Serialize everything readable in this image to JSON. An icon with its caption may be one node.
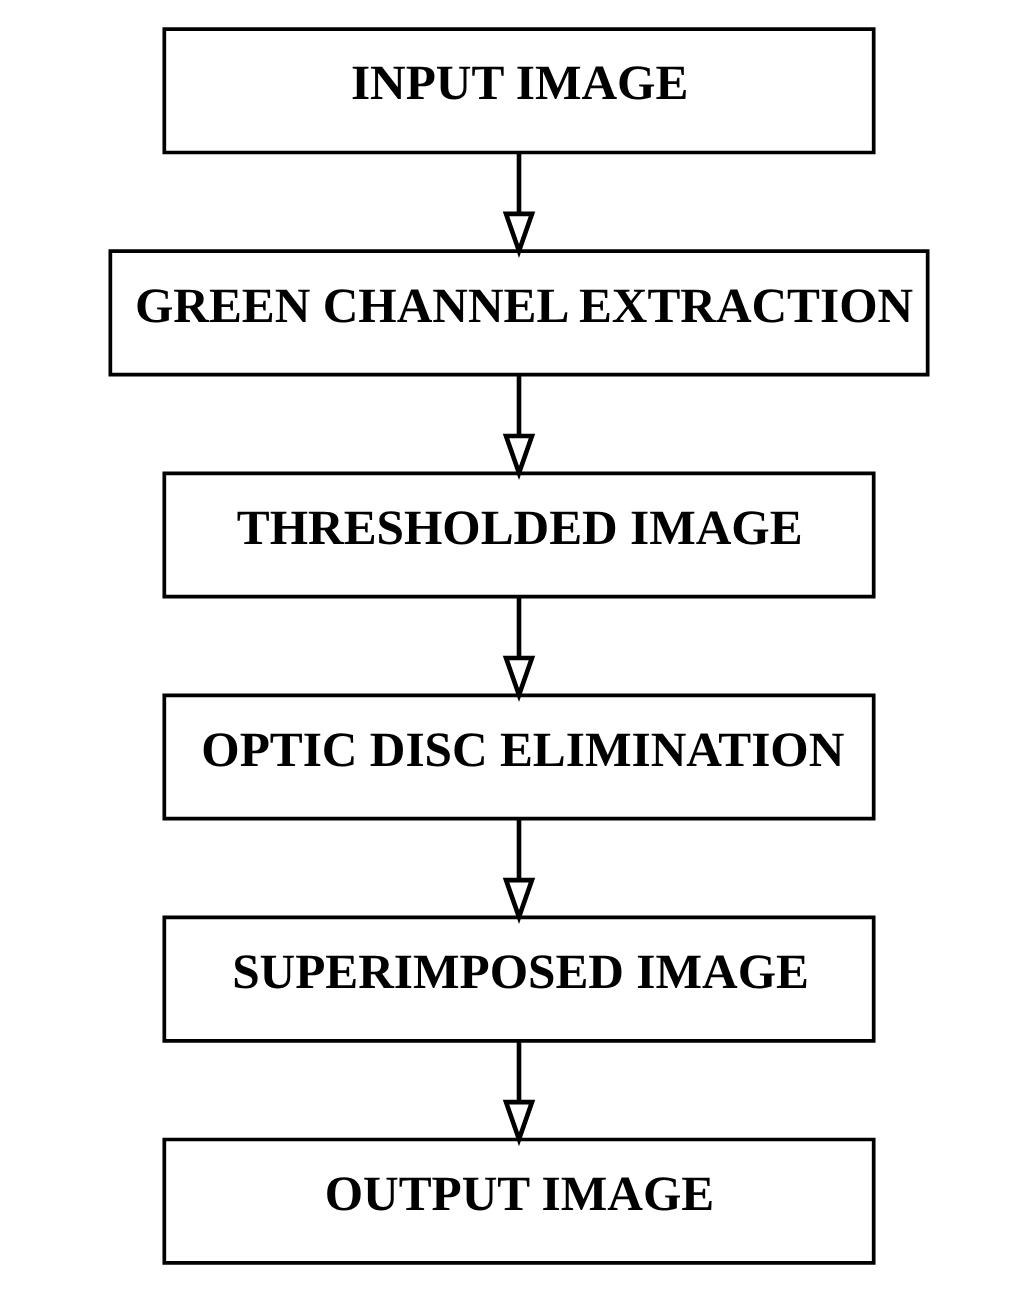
{
  "diagram": {
    "nodes": [
      {
        "text": [
          "INPUT IMAGE"
        ]
      },
      {
        "text": [
          "GREEN CHANNEL EXTRACTION"
        ]
      },
      {
        "text": [
          "THRESHOLDED IMAGE"
        ]
      },
      {
        "text": [
          "OPTIC DISC ELIMINATION"
        ]
      },
      {
        "text": [
          "SUPERIMPOSED IMAGE"
        ]
      },
      {
        "text": [
          "OUTPUT IMAGE"
        ]
      }
    ],
    "edges": [
      {
        "from": 0,
        "to": 1,
        "arrow": "to"
      },
      {
        "from": 1,
        "to": 2,
        "arrow": "to"
      },
      {
        "from": 2,
        "to": 3,
        "arrow": "to"
      },
      {
        "from": 3,
        "to": 4,
        "arrow": "to"
      },
      {
        "from": 4,
        "to": 5,
        "arrow": "to"
      }
    ]
  }
}
